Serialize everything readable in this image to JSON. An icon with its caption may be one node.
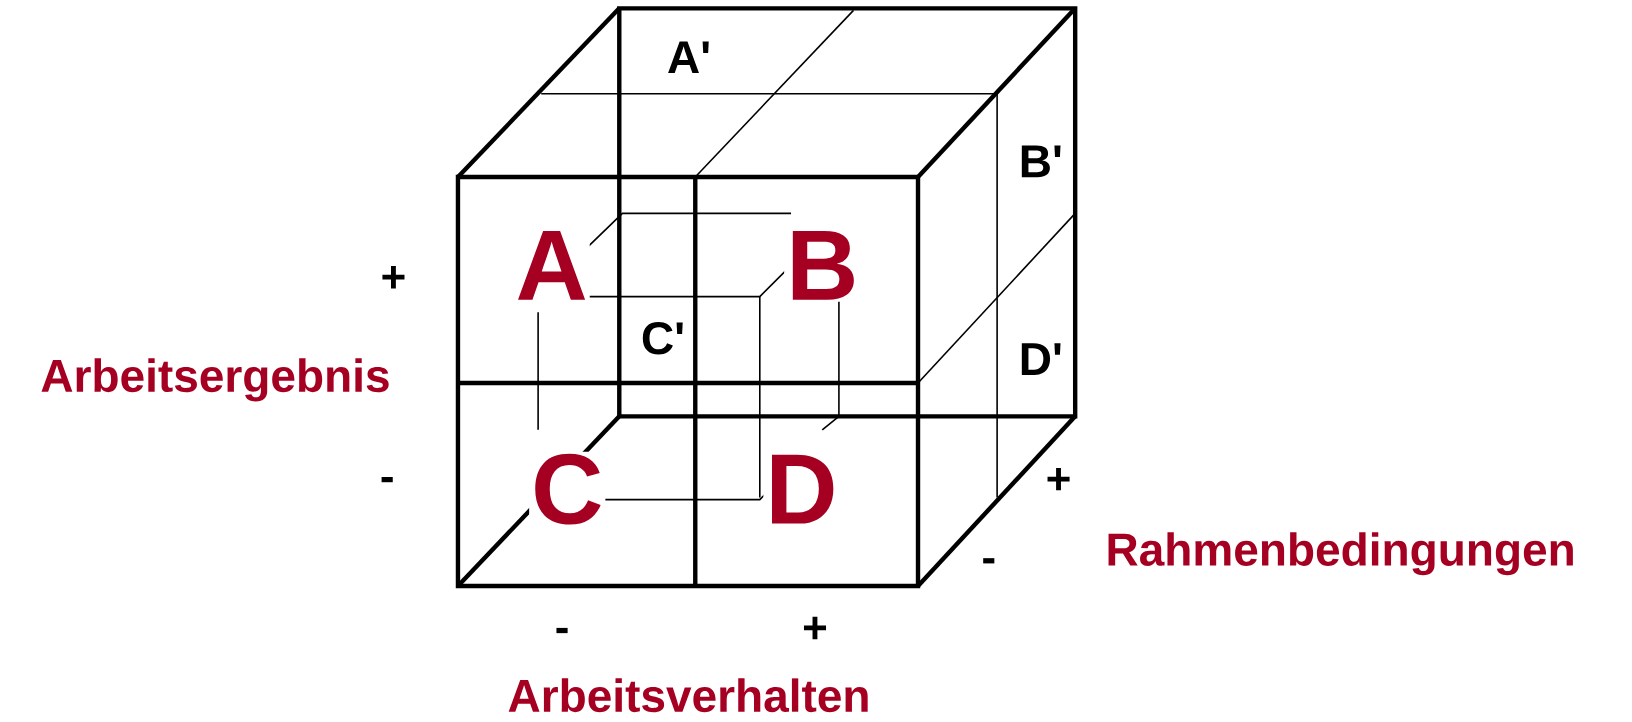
{
  "diagram": {
    "labels": [
      "A'",
      "B'",
      "A",
      "B",
      "+",
      "C'",
      "Arbeitsergebnis",
      "D'",
      "-",
      "+",
      "C",
      "D",
      "-",
      "Rahmenbedingungen",
      "-",
      "+",
      "Arbeitsverhalten"
    ]
  }
}
